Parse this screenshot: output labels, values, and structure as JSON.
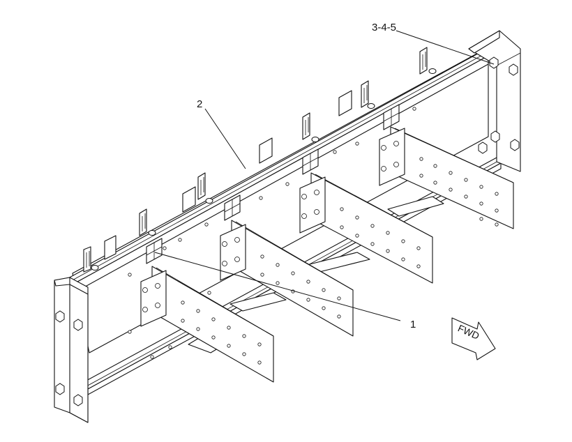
{
  "callouts": {
    "part_1": "1",
    "part_2": "2",
    "part_3_4_5": "3-4-5"
  },
  "direction_arrow": {
    "label": "FWD"
  },
  "colors": {
    "line": "#111111",
    "background": "#ffffff"
  }
}
